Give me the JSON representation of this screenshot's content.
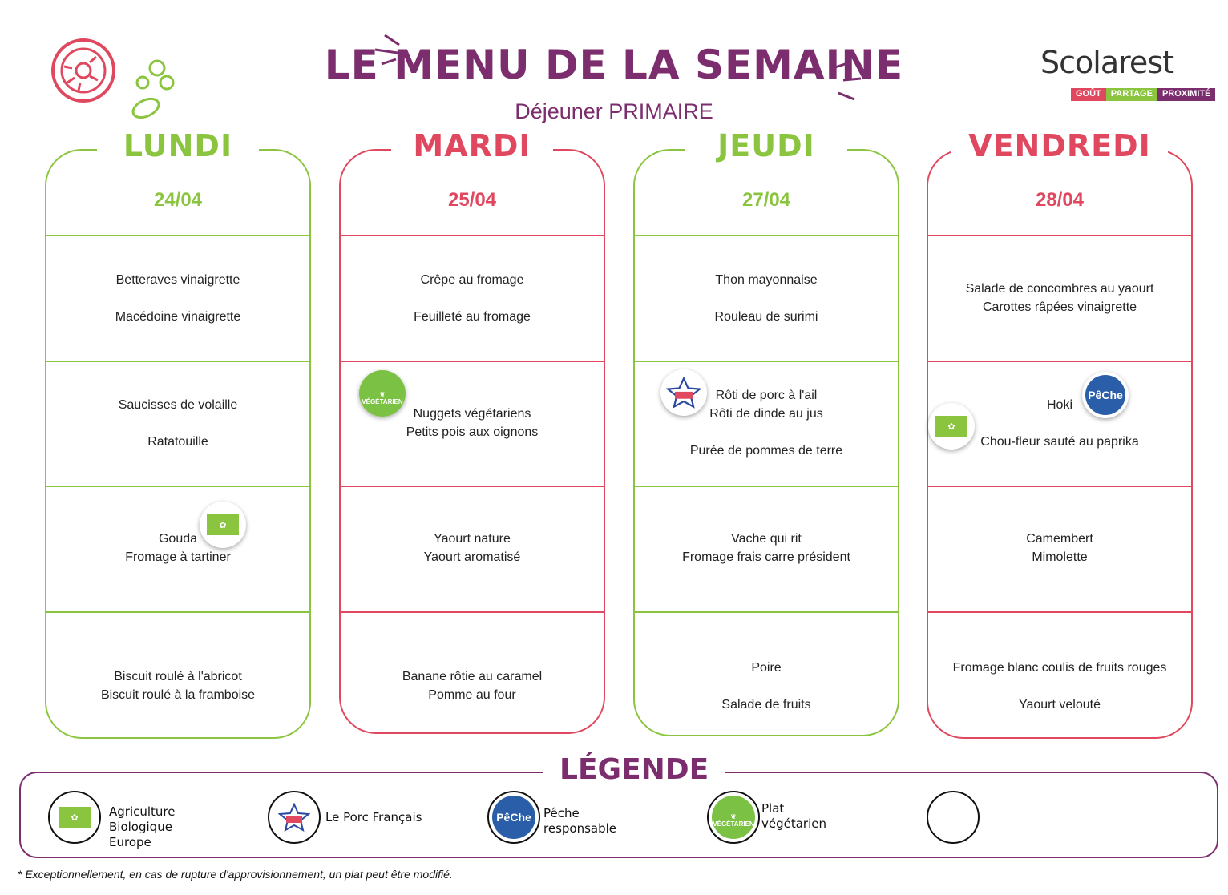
{
  "header": {
    "title": "LE MENU DE LA SEMAINE",
    "subtitle": "Déjeuner PRIMAIRE",
    "logo_text": "Scolarest",
    "logo_tags": [
      "GOÛT",
      "PARTAGE",
      "PROXIMITÉ"
    ]
  },
  "colors": {
    "green": "#8bc53f",
    "red": "#e0485f",
    "purple": "#7b2d6e"
  },
  "days": [
    {
      "name": "LUNDI",
      "date": "24/04",
      "color": "green",
      "courses": [
        [
          "Betteraves vinaigrette",
          "",
          "Macédoine vinaigrette"
        ],
        [
          "Saucisses de volaille",
          "",
          "Ratatouille"
        ],
        [
          "Gouda",
          "Fromage à tartiner"
        ],
        [
          "Biscuit roulé à l'abricot",
          "Biscuit roulé à la framboise"
        ]
      ]
    },
    {
      "name": "MARDI",
      "date": "25/04",
      "color": "red",
      "courses": [
        [
          "Crêpe au fromage",
          "",
          "Feuilleté au fromage"
        ],
        [
          "Nuggets végétariens",
          "Petits pois aux oignons"
        ],
        [
          "Yaourt nature",
          "Yaourt aromatisé"
        ],
        [
          "Banane rôtie au caramel",
          "Pomme au four"
        ]
      ]
    },
    {
      "name": "JEUDI",
      "date": "27/04",
      "color": "green",
      "courses": [
        [
          "Thon mayonnaise",
          "",
          "Rouleau de surimi"
        ],
        [
          "Rôti de porc à l'ail",
          "Rôti de dinde au jus",
          "",
          "Purée de pommes de terre"
        ],
        [
          "Vache qui rit",
          "Fromage frais carre président"
        ],
        [
          "Poire",
          "",
          "Salade de fruits"
        ]
      ]
    },
    {
      "name": "VENDREDI",
      "date": "28/04",
      "color": "red",
      "courses": [
        [
          "Salade de concombres au yaourt",
          "Carottes râpées vinaigrette"
        ],
        [
          "Hoki",
          "",
          "Chou-fleur sauté au paprika"
        ],
        [
          "Camembert",
          "Mimolette"
        ],
        [
          "Fromage blanc coulis de fruits rouges",
          "",
          "Yaourt velouté"
        ]
      ]
    }
  ],
  "badges": {
    "veg_text": "VÉGÉTARIEN",
    "porc_text": "LE PORC FRANÇAIS",
    "peche_text": "PêChe",
    "peche_sub": "RESPONSABLE"
  },
  "legend": {
    "title": "LÉGENDE",
    "items": [
      {
        "icon": "bio-icon",
        "label": [
          "Agriculture",
          "Biologique",
          "Europe"
        ]
      },
      {
        "icon": "porc-icon",
        "label": [
          "Le Porc Français"
        ]
      },
      {
        "icon": "peche-icon",
        "label": [
          "Pêche",
          "responsable"
        ]
      },
      {
        "icon": "veg-icon",
        "label": [
          "Plat",
          "végétarien"
        ]
      },
      {
        "icon": "empty-icon",
        "label": []
      }
    ]
  },
  "footnote": "* Exceptionnellement, en cas de rupture d'approvisionnement, un plat peut être modifié."
}
